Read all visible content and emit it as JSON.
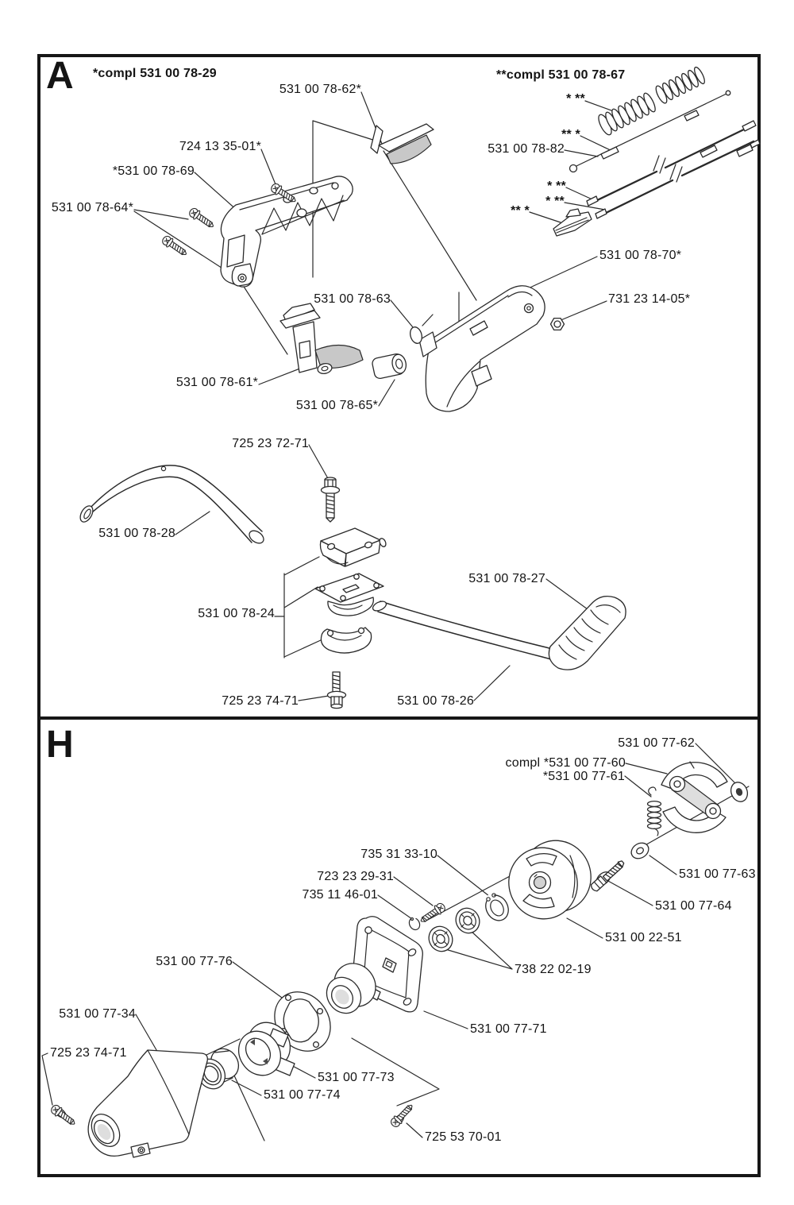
{
  "page": {
    "background": "#ffffff",
    "ink": "#161616",
    "drawing_line_color": "#2a2a2a"
  },
  "sections": {
    "a": {
      "letter": "A",
      "assembly_note_left": "*compl 531 00 78-29",
      "assembly_note_right": "**compl 531 00 78-67",
      "part_labels": {
        "p7862": "531 00 78-62*",
        "p7241335": "724 13 35-01*",
        "p7869": "*531 00 78-69",
        "p7864": "531 00 78-64*",
        "p7882": "531 00 78-82",
        "p7870": "531 00 78-70*",
        "p7312314": "731 23 14-05*",
        "p7863": "531 00 78-63",
        "p7861": "531 00 78-61*",
        "p7865": "531 00 78-65*",
        "p7252372": "725 23 72-71",
        "p7828": "531 00 78-28",
        "p7827": "531 00 78-27",
        "p7824": "531 00 78-24",
        "p7252374": "725 23 74-71",
        "p7826": "531 00 78-26"
      },
      "ref_marks": {
        "m1": "* **",
        "m2": "** *",
        "m3": "* **",
        "m4": "* **",
        "m5": "** *"
      }
    },
    "h": {
      "letter": "H",
      "part_labels": {
        "p7762": "531 00 77-62",
        "p7760": "compl *531 00 77-60",
        "p7761": "*531 00 77-61",
        "p7353133": "735 31 33-10",
        "p7232329": "723 23 29-31",
        "p7351146": "735 11 46-01",
        "p7763": "531 00 77-63",
        "p7764": "531 00 77-64",
        "p2251": "531 00 22-51",
        "p7382202": "738 22 02-19",
        "p7776": "531 00 77-76",
        "p7734": "531 00 77-34",
        "p7252374": "725 23 74-71",
        "p7771": "531 00 77-71",
        "p7773": "531 00 77-73",
        "p7774": "531 00 77-74",
        "p7255370": "725 53 70-01"
      }
    }
  }
}
